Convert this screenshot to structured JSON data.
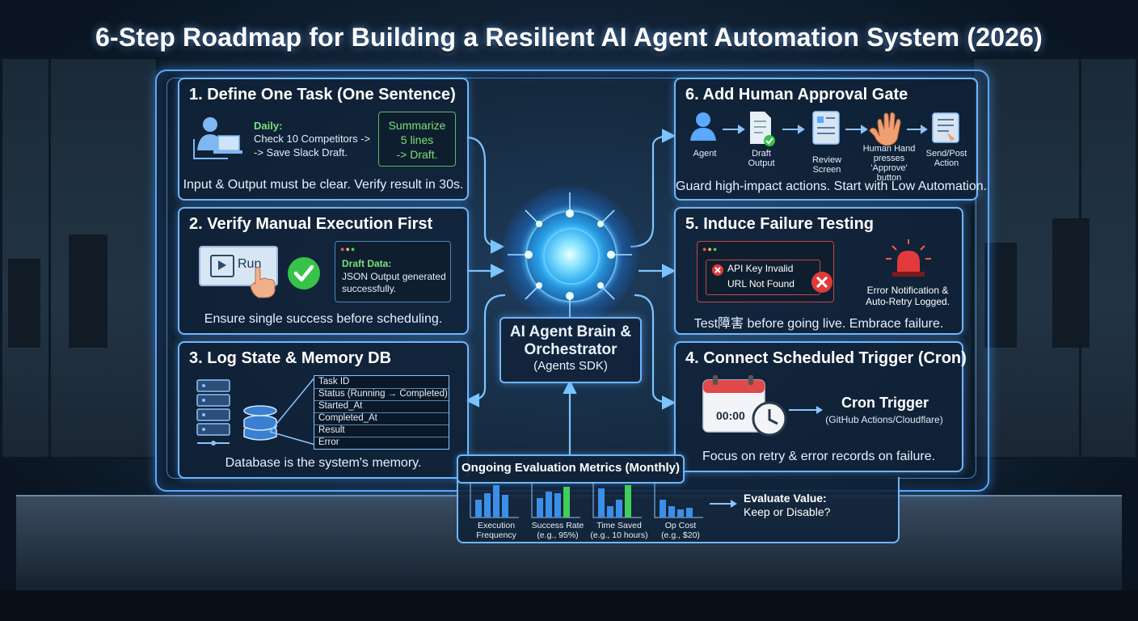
{
  "title": "6-Step Roadmap for Building a Resilient AI Agent Automation System (2026)",
  "hub": {
    "line1": "AI Agent Brain &",
    "line2": "Orchestrator",
    "line3": "(Agents SDK)"
  },
  "step1": {
    "title": "1. Define One Task (One Sentence)",
    "daily_label": "Daily:",
    "task_line1": "Check 10 Competitors ->",
    "task_line2": "-> Save Slack Draft.",
    "summary_line1": "Summarize",
    "summary_line2": "5 lines",
    "summary_line3": "-> Draft.",
    "footer": "Input & Output must be clear. Verify result in 30s."
  },
  "step2": {
    "title": "2. Verify Manual Execution First",
    "run_label": "Run",
    "draft_label": "Draft Data:",
    "draft_line1": "JSON Output generated",
    "draft_line2": "successfully.",
    "footer": "Ensure single success before scheduling."
  },
  "step3": {
    "title": "3. Log State & Memory DB",
    "fields": [
      "Task ID",
      "Status (Running → Completed)",
      "Started_At",
      "Completed_At",
      "Result",
      "Error"
    ],
    "footer": "Database is the system's memory."
  },
  "step4": {
    "title": "4. Connect Scheduled Trigger (Cron)",
    "clock_time": "00:00",
    "cron_title": "Cron Trigger",
    "cron_sub": "(GitHub Actions/Cloudflare)",
    "footer": "Focus on retry & error records on failure."
  },
  "step5": {
    "title": "5. Induce Failure Testing",
    "error1": "API Key Invalid",
    "error2": "URL Not Found",
    "notify_line1": "Error Notification &",
    "notify_line2": "Auto-Retry Logged.",
    "footer": "Test障害 before going live. Embrace failure."
  },
  "step6": {
    "title": "6. Add Human Approval Gate",
    "flow": [
      {
        "icon": "agent-icon",
        "label": "Agent"
      },
      {
        "icon": "document-check-icon",
        "label": "Draft Output"
      },
      {
        "icon": "review-screen-icon",
        "label": "Review Screen"
      },
      {
        "icon": "hand-icon",
        "label": "Human Hand presses 'Approve' button"
      },
      {
        "icon": "send-icon",
        "label": "Send/Post Action"
      }
    ],
    "footer": "Guard high-impact actions. Start with Low Automation."
  },
  "metrics": {
    "title": "Ongoing Evaluation Metrics (Monthly)",
    "items": [
      {
        "label1": "Execution",
        "label2": "Frequency"
      },
      {
        "label1": "Success Rate",
        "label2": "(e.g., 95%)"
      },
      {
        "label1": "Time Saved",
        "label2": "(e.g., 10 hours)"
      },
      {
        "label1": "Op Cost",
        "label2": "(e.g., $20)"
      }
    ],
    "evaluate_line1": "Evaluate Value:",
    "evaluate_line2": "Keep or Disable?"
  },
  "colors": {
    "accent": "#5aa8ff",
    "bar_blue": "#3b8fe8",
    "bar_green": "#3fcf5a",
    "error_red": "#e23a3a",
    "check_green": "#37c24a"
  }
}
